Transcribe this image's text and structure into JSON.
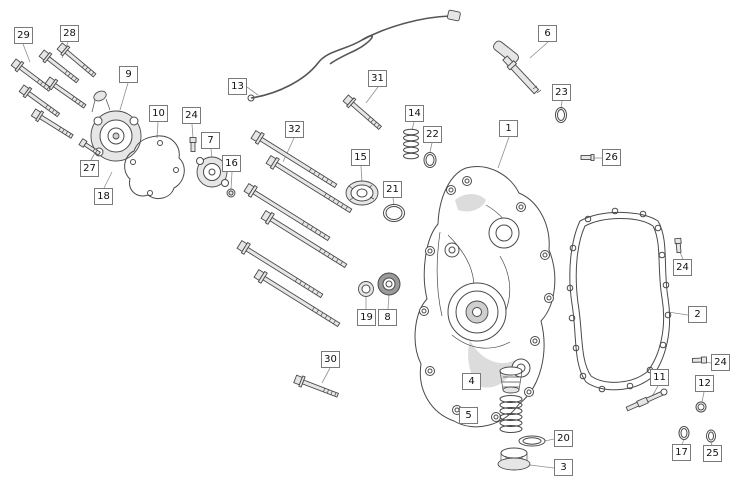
{
  "colors": {
    "line": "#4a4a4a",
    "leader": "#8f8f8f",
    "background": "#ffffff"
  },
  "callouts": {
    "c1": "1",
    "c2": "2",
    "c3": "3",
    "c4": "4",
    "c5": "5",
    "c6": "6",
    "c7": "7",
    "c8": "8",
    "c9": "9",
    "c10": "10",
    "c11": "11",
    "c12": "12",
    "c13": "13",
    "c14": "14",
    "c15": "15",
    "c16": "16",
    "c17": "17",
    "c18": "18",
    "c19": "19",
    "c20": "20",
    "c21": "21",
    "c22": "22",
    "c23": "23",
    "c24a": "24",
    "c24b": "24",
    "c24c": "24",
    "c25": "25",
    "c26": "26",
    "c27": "27",
    "c28": "28",
    "c29": "29",
    "c30": "30",
    "c31": "31",
    "c32": "32"
  }
}
